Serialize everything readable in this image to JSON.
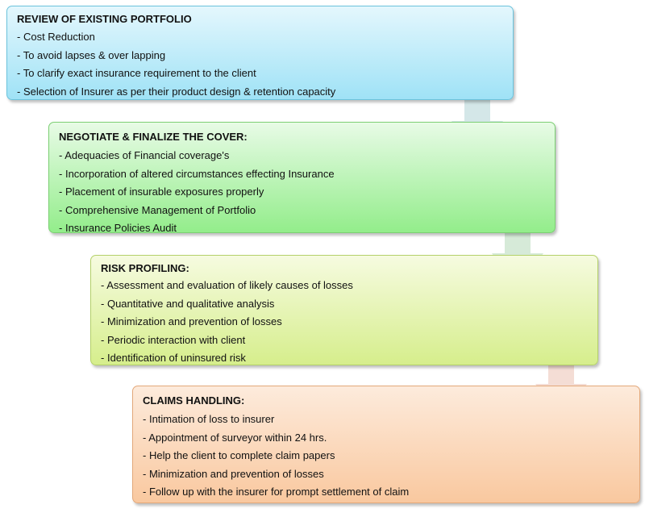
{
  "steps": [
    {
      "title": "REVIEW OF EXISTING PORTFOLIO",
      "items": [
        "Cost Reduction",
        "To avoid lapses & over lapping",
        "To clarify exact insurance requirement to the client",
        "Selection of Insurer as per their product design & retention capacity"
      ]
    },
    {
      "title": "NEGOTIATE & FINALIZE THE COVER:",
      "items": [
        "Adequacies of Financial coverage's",
        "Incorporation of altered circumstances effecting Insurance",
        "Placement of insurable exposures properly",
        "Comprehensive Management of Portfolio",
        "Insurance Policies Audit"
      ]
    },
    {
      "title": "RISK PROFILING:",
      "items": [
        "Assessment and evaluation of likely causes of losses",
        "Quantitative and qualitative analysis",
        "Minimization and prevention of losses",
        "Periodic interaction with client",
        "Identification of uninsured risk"
      ]
    },
    {
      "title": "CLAIMS HANDLING:",
      "items": [
        "Intimation of loss to insurer",
        "Appointment of surveyor within 24 hrs.",
        "Help the client to complete claim papers",
        "Minimization and prevention of losses",
        "Follow up with the insurer for prompt settlement of claim"
      ]
    }
  ],
  "colors": {
    "arrow": "#cfe6ea",
    "box1": "#9fe2f6",
    "box2": "#93ed8b",
    "box3": "#d6ee8c",
    "box4": "#f9c89f"
  }
}
